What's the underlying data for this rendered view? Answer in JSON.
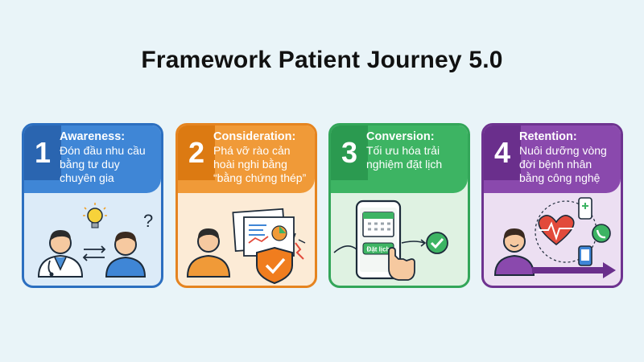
{
  "title": "Framework Patient Journey 5.0",
  "steps": [
    {
      "number": "1",
      "title": "Awareness:",
      "desc_lines": [
        "Đón đầu nhu cầu",
        "bằng tư duy",
        "chuyên gia"
      ],
      "color": "#3f86d6"
    },
    {
      "number": "2",
      "title": "Consideration:",
      "desc_lines": [
        "Phá vỡ rào cản",
        "hoài nghi bằng",
        "“bằng chứng thép”"
      ],
      "color": "#f09a38"
    },
    {
      "number": "3",
      "title": "Conversion:",
      "desc_lines": [
        "Tối ưu hóa trải",
        "nghiệm đặt lịch"
      ],
      "color": "#3db463",
      "button_label": "Đặt lịch"
    },
    {
      "number": "4",
      "title": "Retention:",
      "desc_lines": [
        "Nuôi dưỡng vòng",
        "đời bệnh nhân",
        "bằng công nghệ"
      ],
      "color": "#8a49ad"
    }
  ],
  "icons": [
    "doctor-icon",
    "lightbulb-icon",
    "question-mark-icon",
    "patient-icon",
    "document-icon",
    "shield-check-icon",
    "smartphone-icon",
    "calendar-icon",
    "tap-hand-icon",
    "check-circle-icon",
    "heart-pulse-icon",
    "phone-icon",
    "arrow-right-icon"
  ]
}
